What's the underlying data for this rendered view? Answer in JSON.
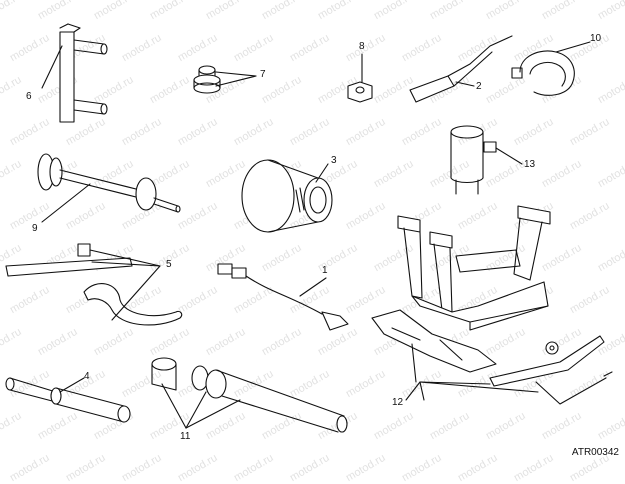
{
  "watermark_text": "motod.ru",
  "callouts": {
    "c1": "1",
    "c2": "2",
    "c3": "3",
    "c4": "4",
    "c5": "5",
    "c6": "6",
    "c7": "7",
    "c8": "8",
    "c9": "9",
    "c10": "10",
    "c11": "11",
    "c12": "12",
    "c13": "13"
  },
  "reference_code": "ATR00342",
  "colors": {
    "line": "#111111",
    "watermark": "#e2e2e2",
    "background": "#ffffff"
  }
}
